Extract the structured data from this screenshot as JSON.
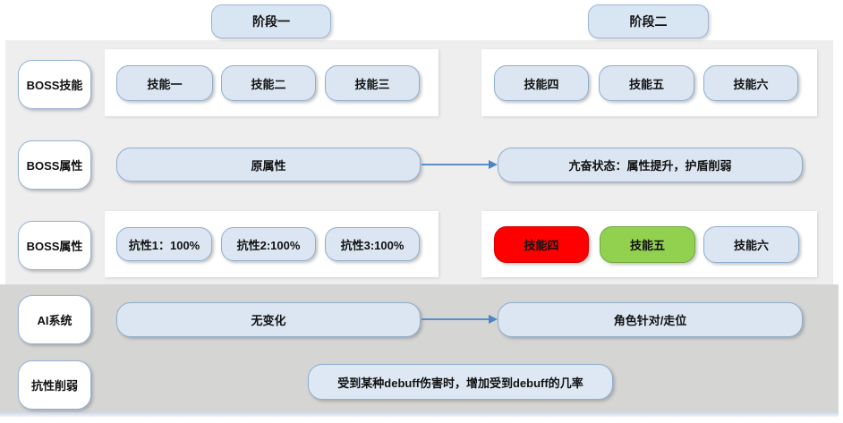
{
  "diagram": {
    "phases": {
      "phase1": "阶段一",
      "phase2": "阶段二"
    },
    "row1": {
      "label": "BOSS技能",
      "p1_skills": [
        "技能一",
        "技能二",
        "技能三"
      ],
      "p2_skills": [
        "技能四",
        "技能五",
        "技能六"
      ]
    },
    "row2": {
      "label": "BOSS属性",
      "from": "原属性",
      "to": "亢奋状态：属性提升，护盾削弱"
    },
    "row3": {
      "label": "BOSS属性",
      "resistances": [
        "抗性1：100%",
        "抗性2:100%",
        "抗性3:100%"
      ],
      "p2_skills": [
        {
          "label": "技能四",
          "state": "highlight_red"
        },
        {
          "label": "技能五",
          "state": "highlight_green"
        },
        {
          "label": "技能六",
          "state": "normal"
        }
      ]
    },
    "row4": {
      "label": "AI系统",
      "from": "无变化",
      "to": "角色针对/走位"
    },
    "row5": {
      "label": "抗性削弱",
      "note": "受到某种debuff伤害时，增加受到debuff的几率"
    }
  },
  "colors": {
    "highlight_red": "#fe0000",
    "highlight_red_border": "#d40000",
    "highlight_green": "#92d050",
    "highlight_green_border": "#70a83c",
    "node_blue": "#dbe6f2",
    "node_border": "#8fafce",
    "arrow_blue": "#4f86c2",
    "section_light": "#eeeeee",
    "section_dark": "#d5d5d3"
  }
}
